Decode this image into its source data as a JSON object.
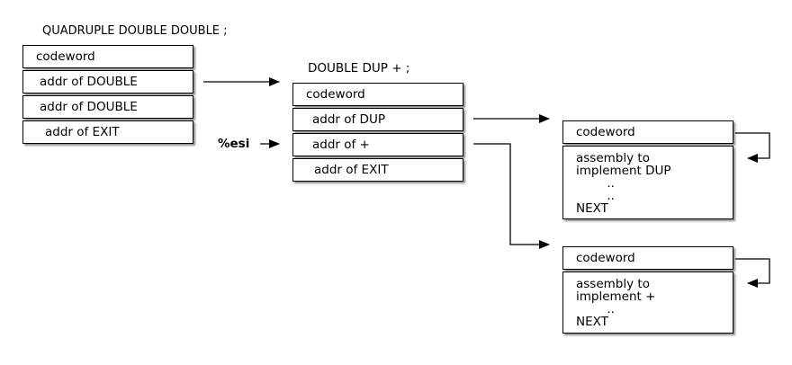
{
  "left": {
    "title": "QUADRUPLE DOUBLE DOUBLE ;",
    "cells": [
      "codeword",
      "addr of DOUBLE",
      "addr of DOUBLE",
      "addr of EXIT"
    ]
  },
  "middle": {
    "title": "DOUBLE DUP + ;",
    "cells": [
      "codeword",
      "addr of DUP",
      "addr of +",
      "addr of EXIT"
    ],
    "pointer_label": "%esi"
  },
  "dup_word": {
    "codeword": "codeword",
    "body_lines": [
      "assembly to",
      "implement DUP",
      "        ..",
      "        ..",
      "NEXT"
    ]
  },
  "plus_word": {
    "codeword": "codeword",
    "body_lines": [
      "assembly to",
      "implement +",
      "        ..",
      "NEXT"
    ]
  }
}
